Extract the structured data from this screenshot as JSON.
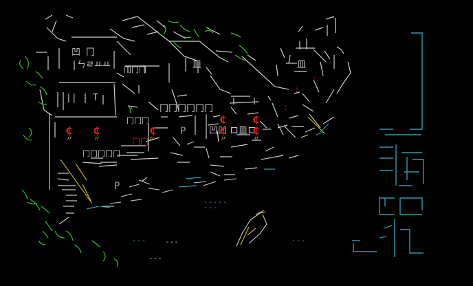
{
  "scene": {
    "background": "#000000",
    "colors": {
      "line": "#cfcfcf",
      "roof_accent": "#e0e0e0",
      "foliage": "#2fc42a",
      "lantern": "#d21e1e",
      "tassel": "#d8c830",
      "water": "#2aa0b8",
      "seal": "#2f9ab0"
    },
    "seal_text": "三潭印月"
  },
  "glyphs": {
    "window_pair_1": "凹 冂",
    "window_row_1": "ㄣㄹㅛㅛ",
    "window_row_2": "皿",
    "window_row_3": "皿",
    "window_row_4": "冂冂冂冂冂冂",
    "window_row_5": "ロ皿ロ",
    "window_row_6": "凹凹",
    "window_row_7": "冂冂冂",
    "window_row_8": "||   T",
    "window_row_9": "冂冂冂冂冂",
    "window_row_10": "冂冂冂",
    "sign_p1": "P",
    "sign_p2": "P",
    "sign_y": "Y",
    "lantern_1": "₵",
    "lantern_2": "₵",
    "lantern_3": "₵",
    "lantern_4": "₵",
    "lantern_5": "₵",
    "lantern_6": "₵",
    "lantern_7": "₵",
    "lantern_sign": "冂冂",
    "tassel_1": "〃",
    "tassel_2": "〃",
    "tassel_3": "〃",
    "tassel_4": "〃",
    "tassel_5": "〃",
    "ripple_1": "-----",
    "ripple_2": "---",
    "ripple_3": "---",
    "ripple_4": "---",
    "ripple_5": "---",
    "ripple_6": "---",
    "dots_1": ":",
    "dots_2": ":",
    "dots_3": "."
  }
}
